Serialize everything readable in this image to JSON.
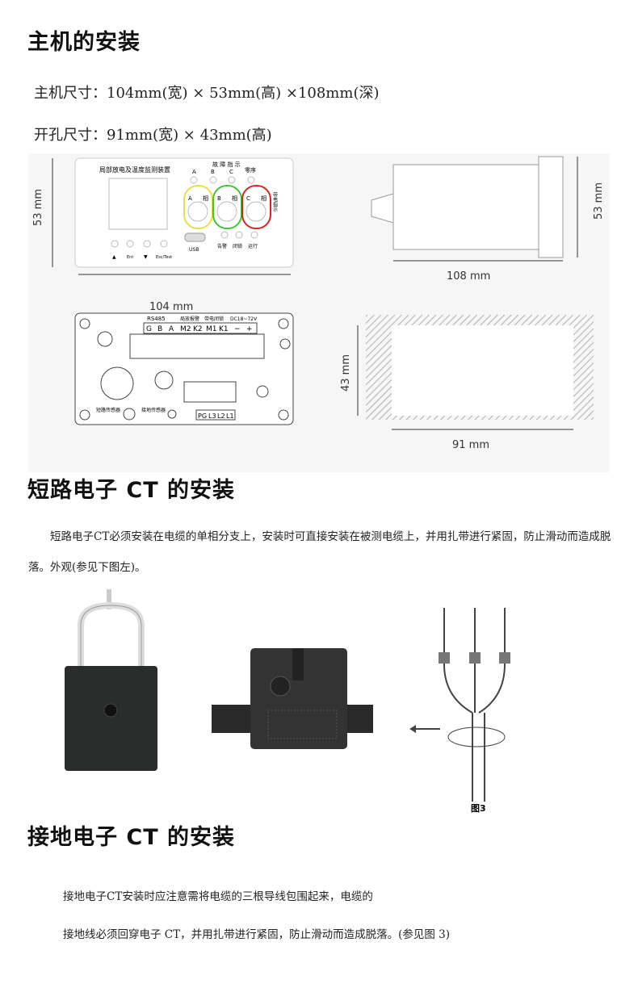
{
  "section1": {
    "title": "主机的安装",
    "host_size": "主机尺寸：104mm(宽) × 53mm(高) ×108mm(深)",
    "cutout_size": "开孔尺寸：91mm(宽) × 43mm(高)"
  },
  "figure1": {
    "front": {
      "device_name": "局部放电及温度监测装置",
      "fault_label": "故 障 指 示",
      "phases": [
        "A",
        "B",
        "C"
      ],
      "zero_seq": "零序",
      "phase_suffix": "相",
      "live_label": "带电指示",
      "usb": "USB",
      "leds": [
        "告警",
        "闭锁",
        "运行"
      ],
      "buttons": [
        "▲",
        "Ent",
        "▼",
        "Esc/Test"
      ]
    },
    "dims": {
      "height": "53 mm",
      "width": "104 mm",
      "depth": "108 mm",
      "cut_h": "43 mm",
      "cut_w": "91 mm"
    },
    "rear": {
      "rs485": "RS485",
      "pd_alarm": "局放报警",
      "live_lock": "带电闭锁",
      "power": "DC18~72V",
      "terminals": [
        "G",
        "B",
        "A",
        "M2",
        "K2",
        "M1",
        "K1",
        "−",
        "+"
      ],
      "short_sensor": "短路传感器",
      "ground_sensor": "接地传感器",
      "ct_terminals": [
        "PG",
        "L3",
        "L2",
        "L1"
      ]
    }
  },
  "section2": {
    "title": "短路电子 CT 的安装",
    "para": "短路电子CT必须安装在电缆的单相分支上，安装时可直接安装在被测电缆上，并用扎带进行紧固，防止滑动而造成脱落。外观(参见下图左)。",
    "fig3_caption": "图3"
  },
  "section3": {
    "title": "接地电子 CT 的安装",
    "para_line1": "接地电子CT安装时应注意需将电缆的三根导线包围起来，电缆的",
    "para_line2": "接地线必须回穿电子 CT，并用扎带进行紧固，防止滑动而造成脱落。(参见图 3)"
  }
}
